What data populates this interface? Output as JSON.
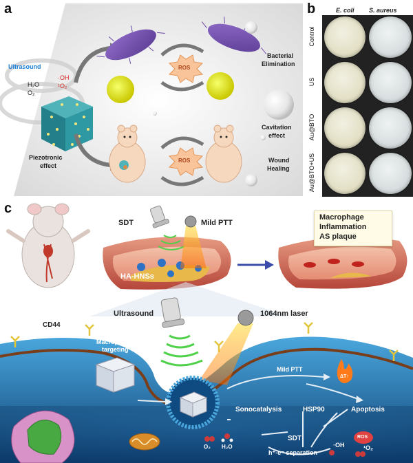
{
  "panel_a": {
    "label": "a",
    "ultrasound": "Ultrasound",
    "h2o": "H₂O",
    "o2": "O₂",
    "oh": "·OH",
    "singlet_o2": "¹O₂",
    "piezotronic": "Piezotronic",
    "effect": "effect",
    "ros_top": "ROS",
    "ros_bottom": "ROS",
    "bacterial": "Bacterial",
    "elimination": "Elimination",
    "cavitation": "Cavitation",
    "cavitation_effect": "effect",
    "wound": "Wound",
    "healing": "Healing"
  },
  "panel_b": {
    "label": "b",
    "col_ecoli": "E. coli",
    "col_saureus": "S. aureus",
    "rows": [
      "Control",
      "US",
      "Au@BTO",
      "Au@BTO+US"
    ]
  },
  "panel_c": {
    "label": "c",
    "sdt_top": "SDT",
    "mild_ptt_top": "Mild PTT",
    "ha_hnss": "HA-HNSs",
    "macrophage": "Macrophage",
    "inflammation": "Inflammation",
    "as_plaque": "AS plaque",
    "ultrasound": "Ultrasound",
    "laser": "1064nm laser",
    "cd44": "CD44",
    "macrophage_targeting_1": "Macrophage",
    "macrophage_targeting_2": "targeting",
    "mild_ptt": "Mild PTT",
    "sonocatalysis": "Sonocatalysis",
    "hsp90": "HSP90",
    "apoptosis": "Apoptosis",
    "sdt": "SDT",
    "separation": "h⁺-e⁻ separation",
    "o2": "O₂",
    "h2o": "H₂O",
    "oh": "·OH",
    "singlet_o2": "¹O₂",
    "ros": "ROS",
    "delta_t": "ΔT↑"
  }
}
